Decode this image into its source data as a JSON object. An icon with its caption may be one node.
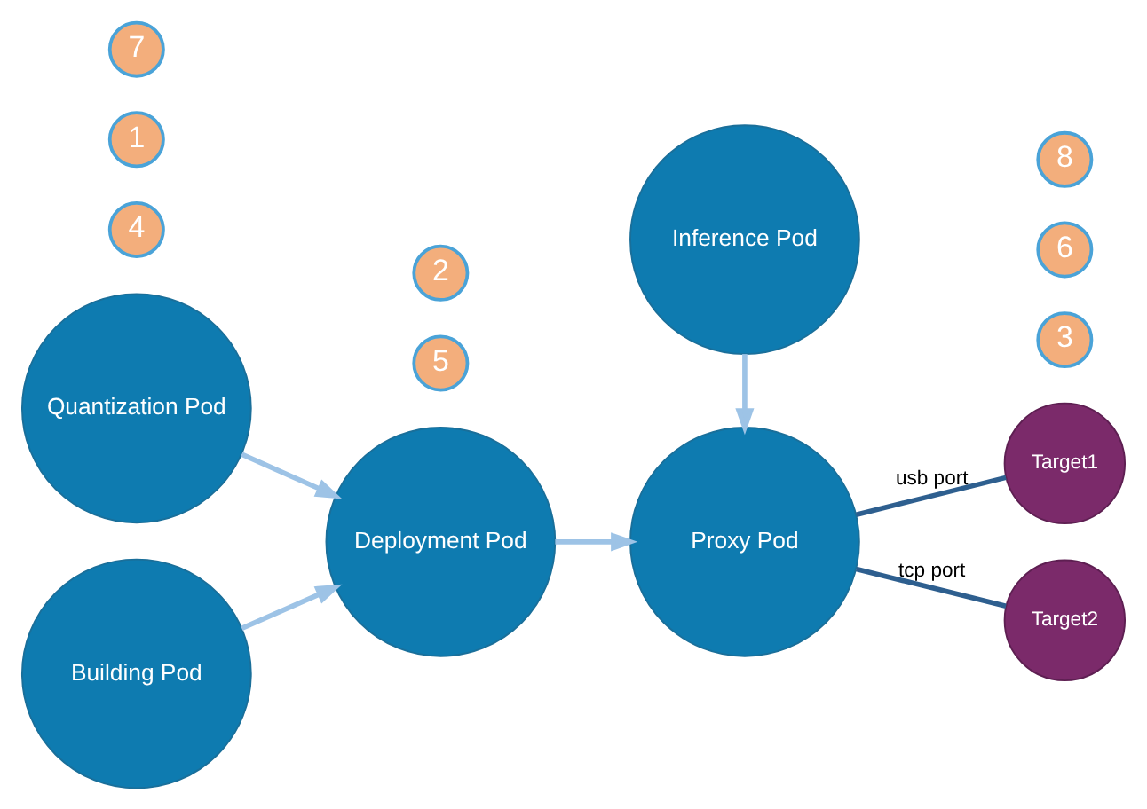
{
  "diagram": {
    "nodes": [
      {
        "text": [
          "Quantization Pod"
        ]
      },
      {
        "text": [
          "4"
        ]
      },
      {
        "text": [
          "Building Pod"
        ]
      },
      {
        "text": [
          "1"
        ]
      },
      {
        "text": [
          "5"
        ]
      },
      {
        "text": [
          "Deployment Pod"
        ]
      },
      {
        "text": [
          "2"
        ]
      },
      {
        "text": [
          "Target1"
        ]
      },
      {
        "text": [
          "Proxy Pod"
        ]
      },
      {
        "text": [
          "Target2"
        ]
      },
      {
        "text": [
          "3"
        ]
      },
      {
        "text": [
          "6"
        ]
      },
      {
        "text": [
          "8"
        ]
      },
      {
        "text": [
          "Inference Pod"
        ]
      },
      {
        "text": [
          "7"
        ]
      }
    ],
    "edges": [
      {
        "from": 0,
        "to": 5,
        "arrow": "to"
      },
      {
        "from": 2,
        "to": 5,
        "arrow": "to"
      },
      {
        "from": 5,
        "to": 8,
        "arrow": "to"
      },
      {
        "from": 13,
        "to": 8,
        "arrow": "to"
      },
      {
        "from": 8,
        "to": 7,
        "arrow": "none",
        "label": "usb port",
        "color": "#2e5f8f"
      },
      {
        "from": 8,
        "to": 9,
        "arrow": "none",
        "label": "tcp port",
        "color": "#2e5f8f"
      }
    ]
  }
}
